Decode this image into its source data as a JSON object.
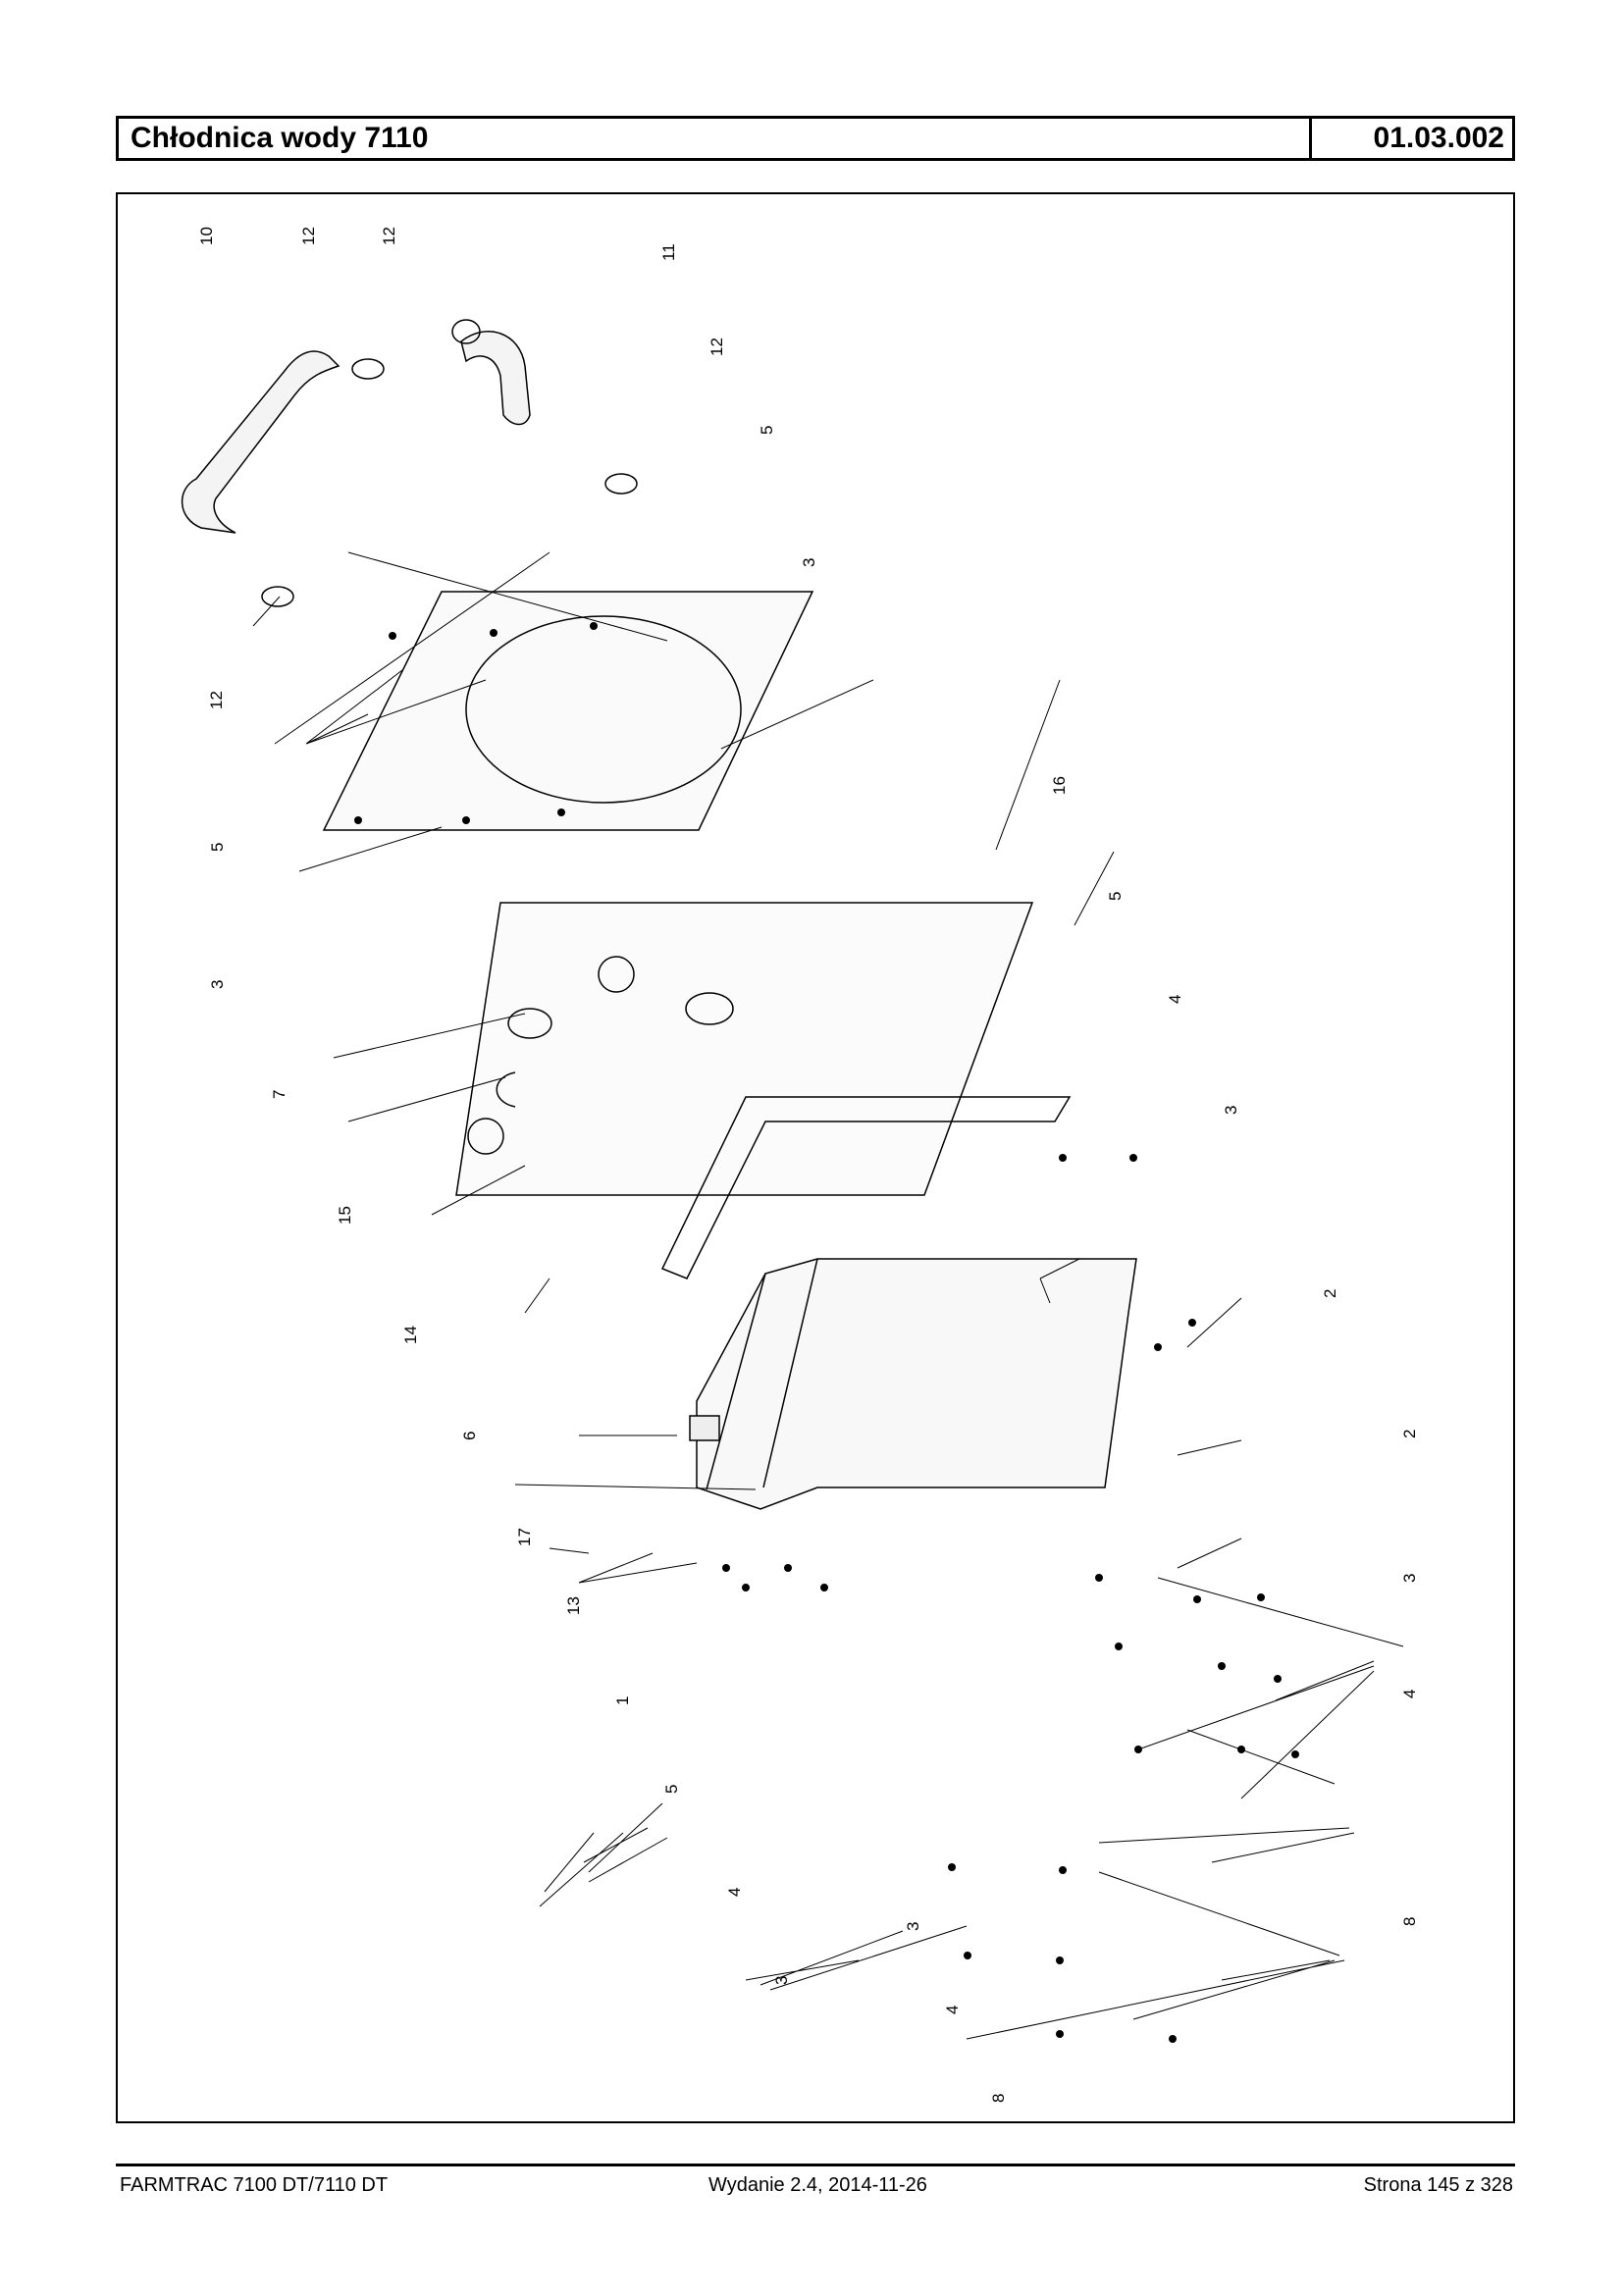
{
  "header": {
    "title": "Chłodnica wody 7110",
    "code": "01.03.002"
  },
  "diagram": {
    "callouts": [
      "10",
      "12",
      "12",
      "11",
      "12",
      "5",
      "3",
      "12",
      "5",
      "3",
      "16",
      "7",
      "5",
      "4",
      "3",
      "15",
      "14",
      "6",
      "2",
      "17",
      "2",
      "13",
      "3",
      "1",
      "4",
      "5",
      "4",
      "8",
      "3",
      "3",
      "4",
      "8"
    ]
  },
  "footer": {
    "left": "FARMTRAC 7100 DT/7110 DT",
    "center": "Wydanie 2.4,  2014-11-26",
    "right": "Strona 145 z 328"
  }
}
